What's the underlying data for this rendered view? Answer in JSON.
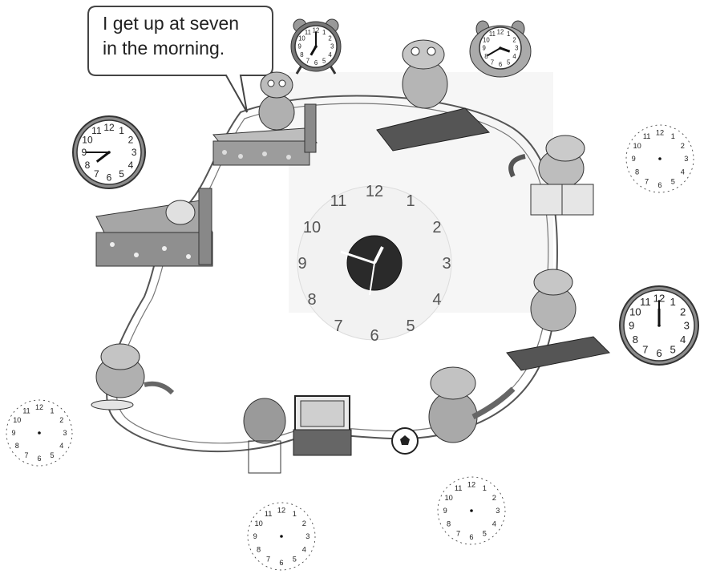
{
  "speech_bubble": {
    "line1": "I get up at seven",
    "line2": "in the morning."
  },
  "clock_numerals": [
    "12",
    "1",
    "2",
    "3",
    "4",
    "5",
    "6",
    "7",
    "8",
    "9",
    "10",
    "11"
  ],
  "center_clock": {
    "numerals": [
      "12",
      "1",
      "2",
      "3",
      "4",
      "5",
      "6",
      "7",
      "8",
      "9",
      "10",
      "11"
    ]
  },
  "clocks": [
    {
      "id": "alarm-clock",
      "time": "07:00",
      "hands": true
    },
    {
      "id": "hippo-clock",
      "time": "03:40",
      "hands": true
    },
    {
      "id": "wall-clock-left",
      "time": "07:45",
      "hands": true
    },
    {
      "id": "wall-clock-right",
      "time": "12:00",
      "hands": true
    },
    {
      "id": "blank-clock-top-right",
      "hands": false
    },
    {
      "id": "blank-clock-left",
      "hands": false
    },
    {
      "id": "blank-clock-bottom-middle",
      "hands": false
    },
    {
      "id": "blank-clock-bottom-right",
      "hands": false
    }
  ],
  "colors": {
    "ink": "#333333",
    "fill_light": "#e6e6e6",
    "fill_mid": "#a8a8a8",
    "fill_dark": "#555555",
    "clock_face_dark": "#2a2a2a"
  }
}
